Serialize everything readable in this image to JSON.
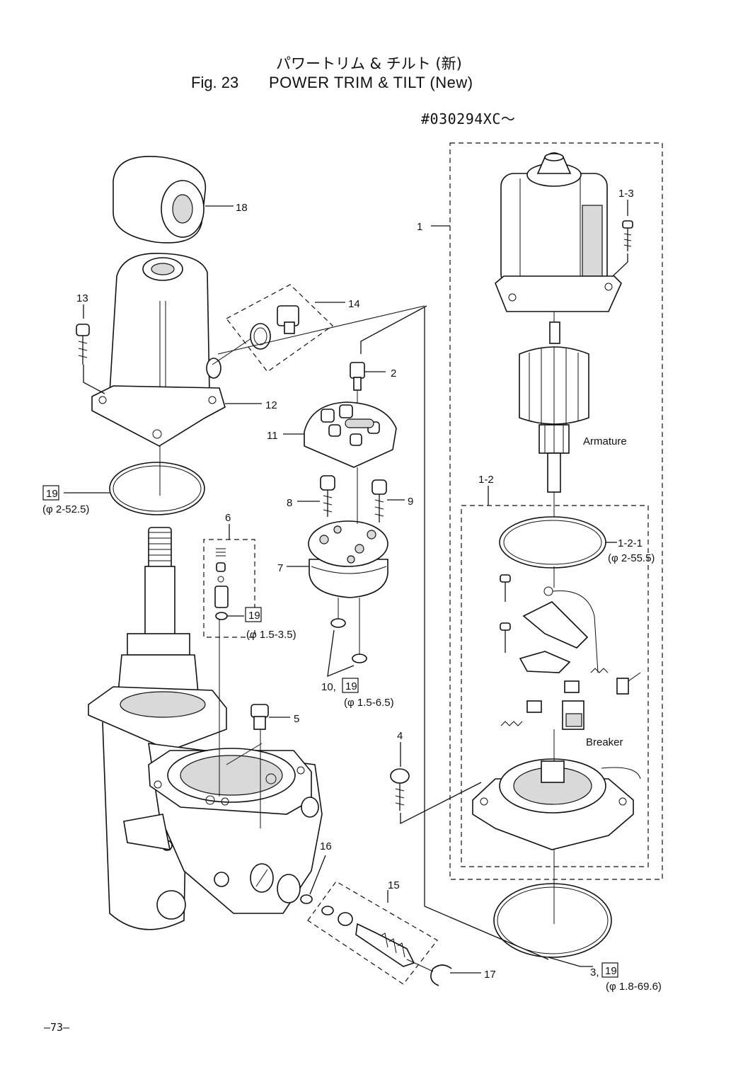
{
  "header": {
    "title_jp": "パワートリム & チルト (新)",
    "fig_label": "Fig. 23",
    "title_en": "POWER TRIM & TILT (New)",
    "serial": "#030294XC～"
  },
  "callouts": {
    "c1": "1",
    "c1_3": "1-3",
    "c1_2": "1-2",
    "c1_2_1": "1-2-1",
    "c1_2_1_spec": "(φ 2-55.5)",
    "c2": "2",
    "c3": "3,",
    "c3_spec": "(φ 1.8-69.6)",
    "c4": "4",
    "c5": "5",
    "c6": "6",
    "c6_spec": "(φ 1.5-3.5)",
    "c7": "7",
    "c8": "8",
    "c9": "9",
    "c10": "10,",
    "c10_spec": "(φ 1.5-6.5)",
    "c11": "11",
    "c12": "12",
    "c13": "13",
    "c14": "14",
    "c15": "15",
    "c16": "16",
    "c17": "17",
    "c18": "18",
    "c19_spec": "(φ 2-52.5)",
    "boxed": "19"
  },
  "labels": {
    "armature": "Armature",
    "breaker": "Breaker"
  },
  "footer": {
    "page_number": "—73—"
  }
}
